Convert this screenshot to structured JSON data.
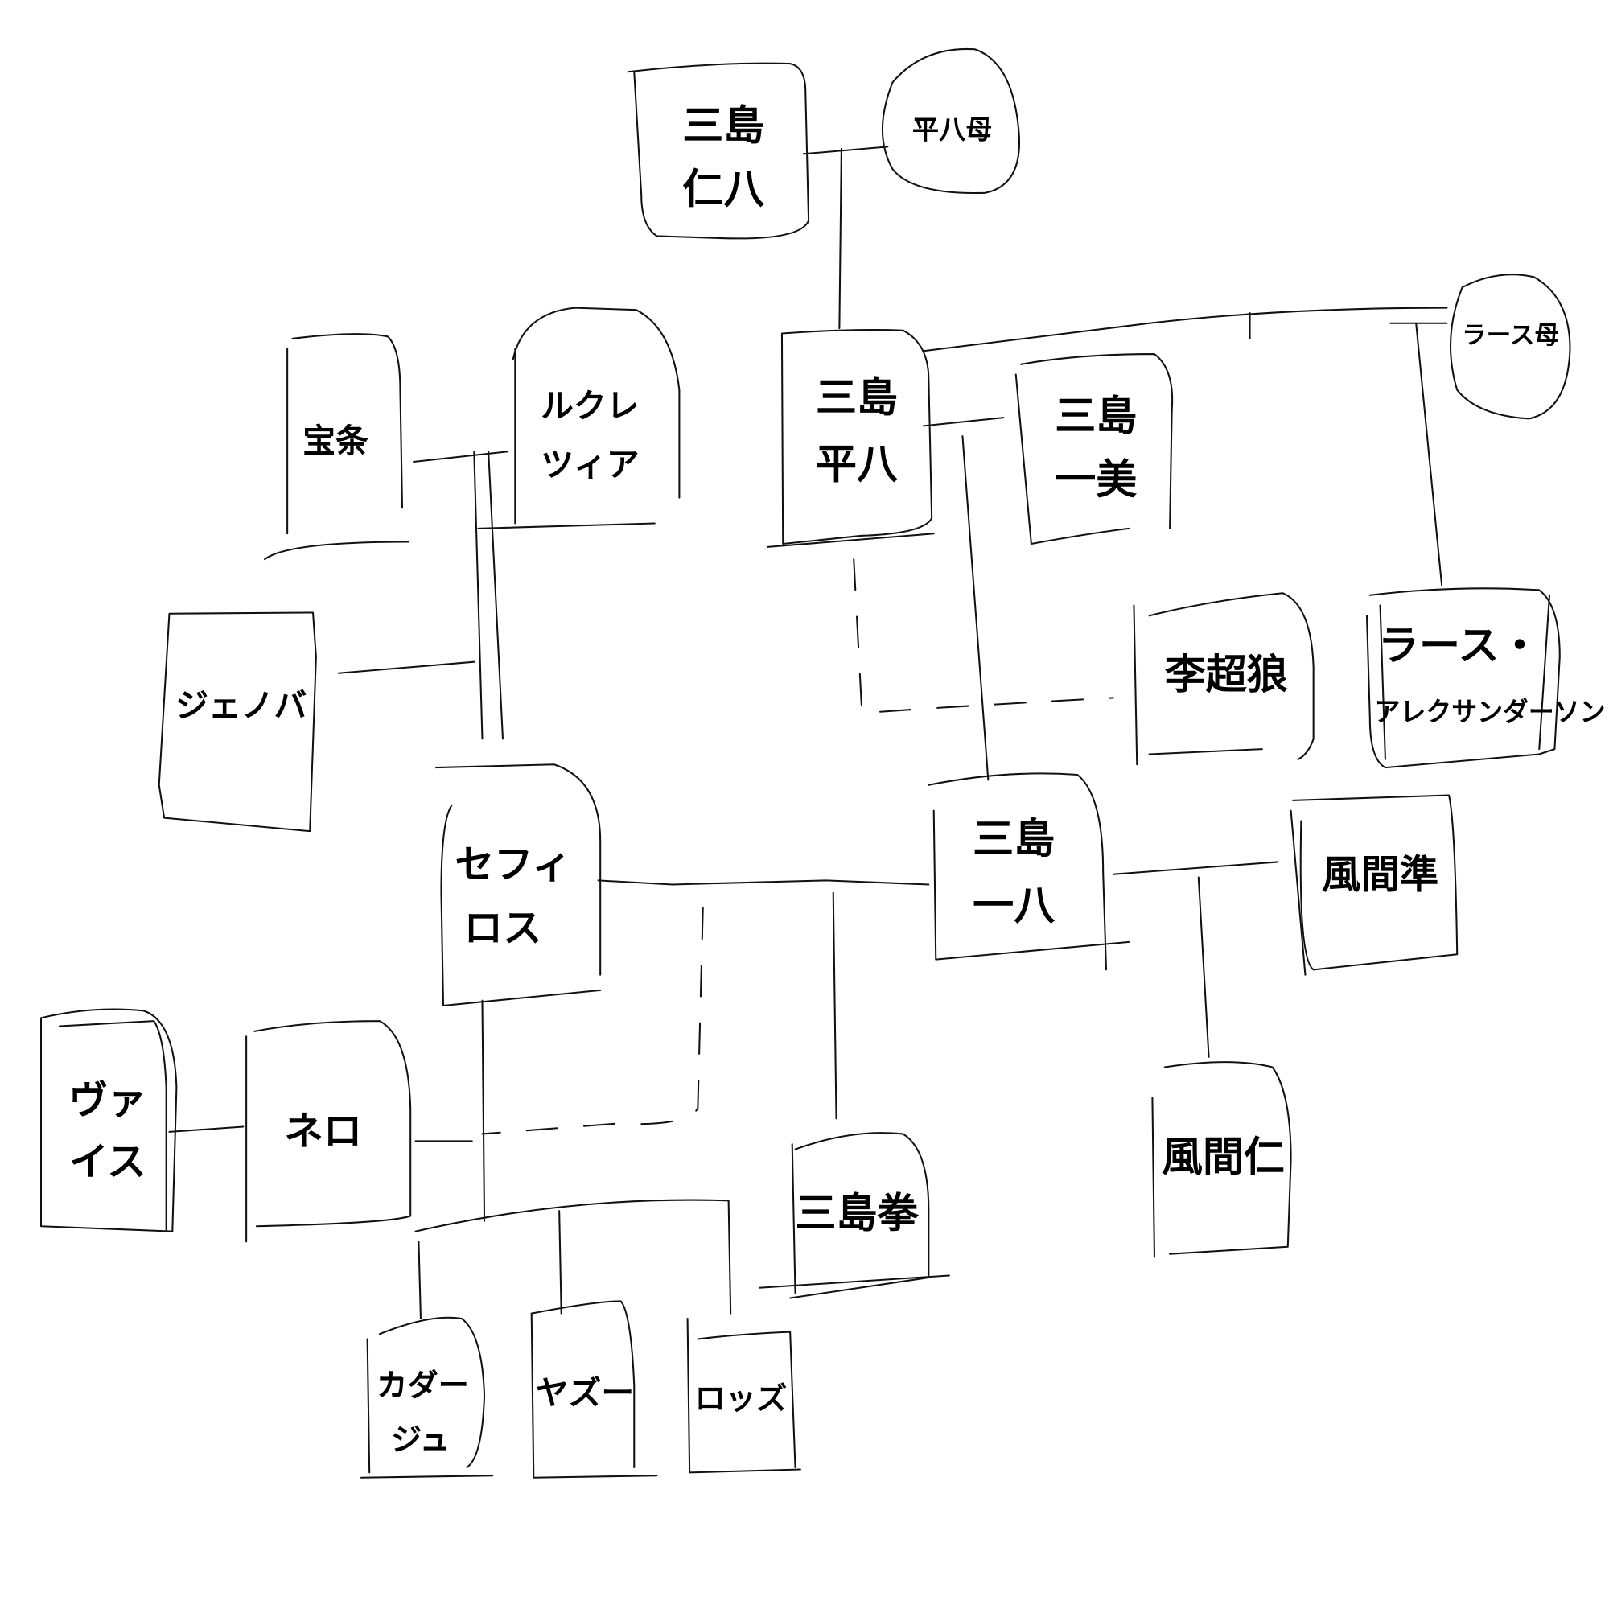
{
  "diagram": {
    "type": "family-tree",
    "nodes": {
      "jinpachi": [
        "三島",
        "仁八"
      ],
      "heihachi_mother": "平八母",
      "heihachi": [
        "三島",
        "平八"
      ],
      "lars_mother": "ラース母",
      "hojo": "宝条",
      "lucrecia": [
        "ルクレ",
        "ツィア"
      ],
      "kazumi": [
        "三島",
        "一美"
      ],
      "jenova": "ジェノバ",
      "lee": "李超狼",
      "lars": [
        "ラース・",
        "アレクサンダーソン"
      ],
      "sephiroth": [
        "セフィ",
        "ロス"
      ],
      "kazuya": [
        "三島",
        "一八"
      ],
      "jun": "風間準",
      "weiss": [
        "ヴァ",
        "イス"
      ],
      "nero": "ネロ",
      "jin": "風間仁",
      "ken": "三島拳",
      "kadaj": [
        "カダー",
        "ジュ"
      ],
      "yazoo": "ヤズー",
      "loz": "ロッズ"
    }
  }
}
